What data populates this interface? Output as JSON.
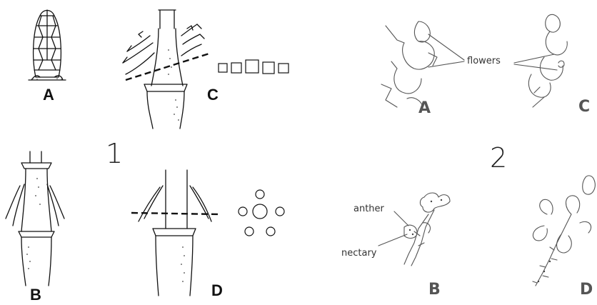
{
  "figure1": {
    "number": "1",
    "panels": {
      "a": "A",
      "b": "B",
      "c": "C",
      "d": "D"
    }
  },
  "figure2": {
    "number": "2",
    "panels": {
      "a": "A",
      "b": "B",
      "c": "C",
      "d": "D"
    },
    "annotations": {
      "flowers": "flowers",
      "anther": "anther",
      "nectary": "nectary"
    }
  },
  "colors": {
    "ink": "#111111",
    "light_ink": "#555555",
    "background": "#ffffff"
  }
}
